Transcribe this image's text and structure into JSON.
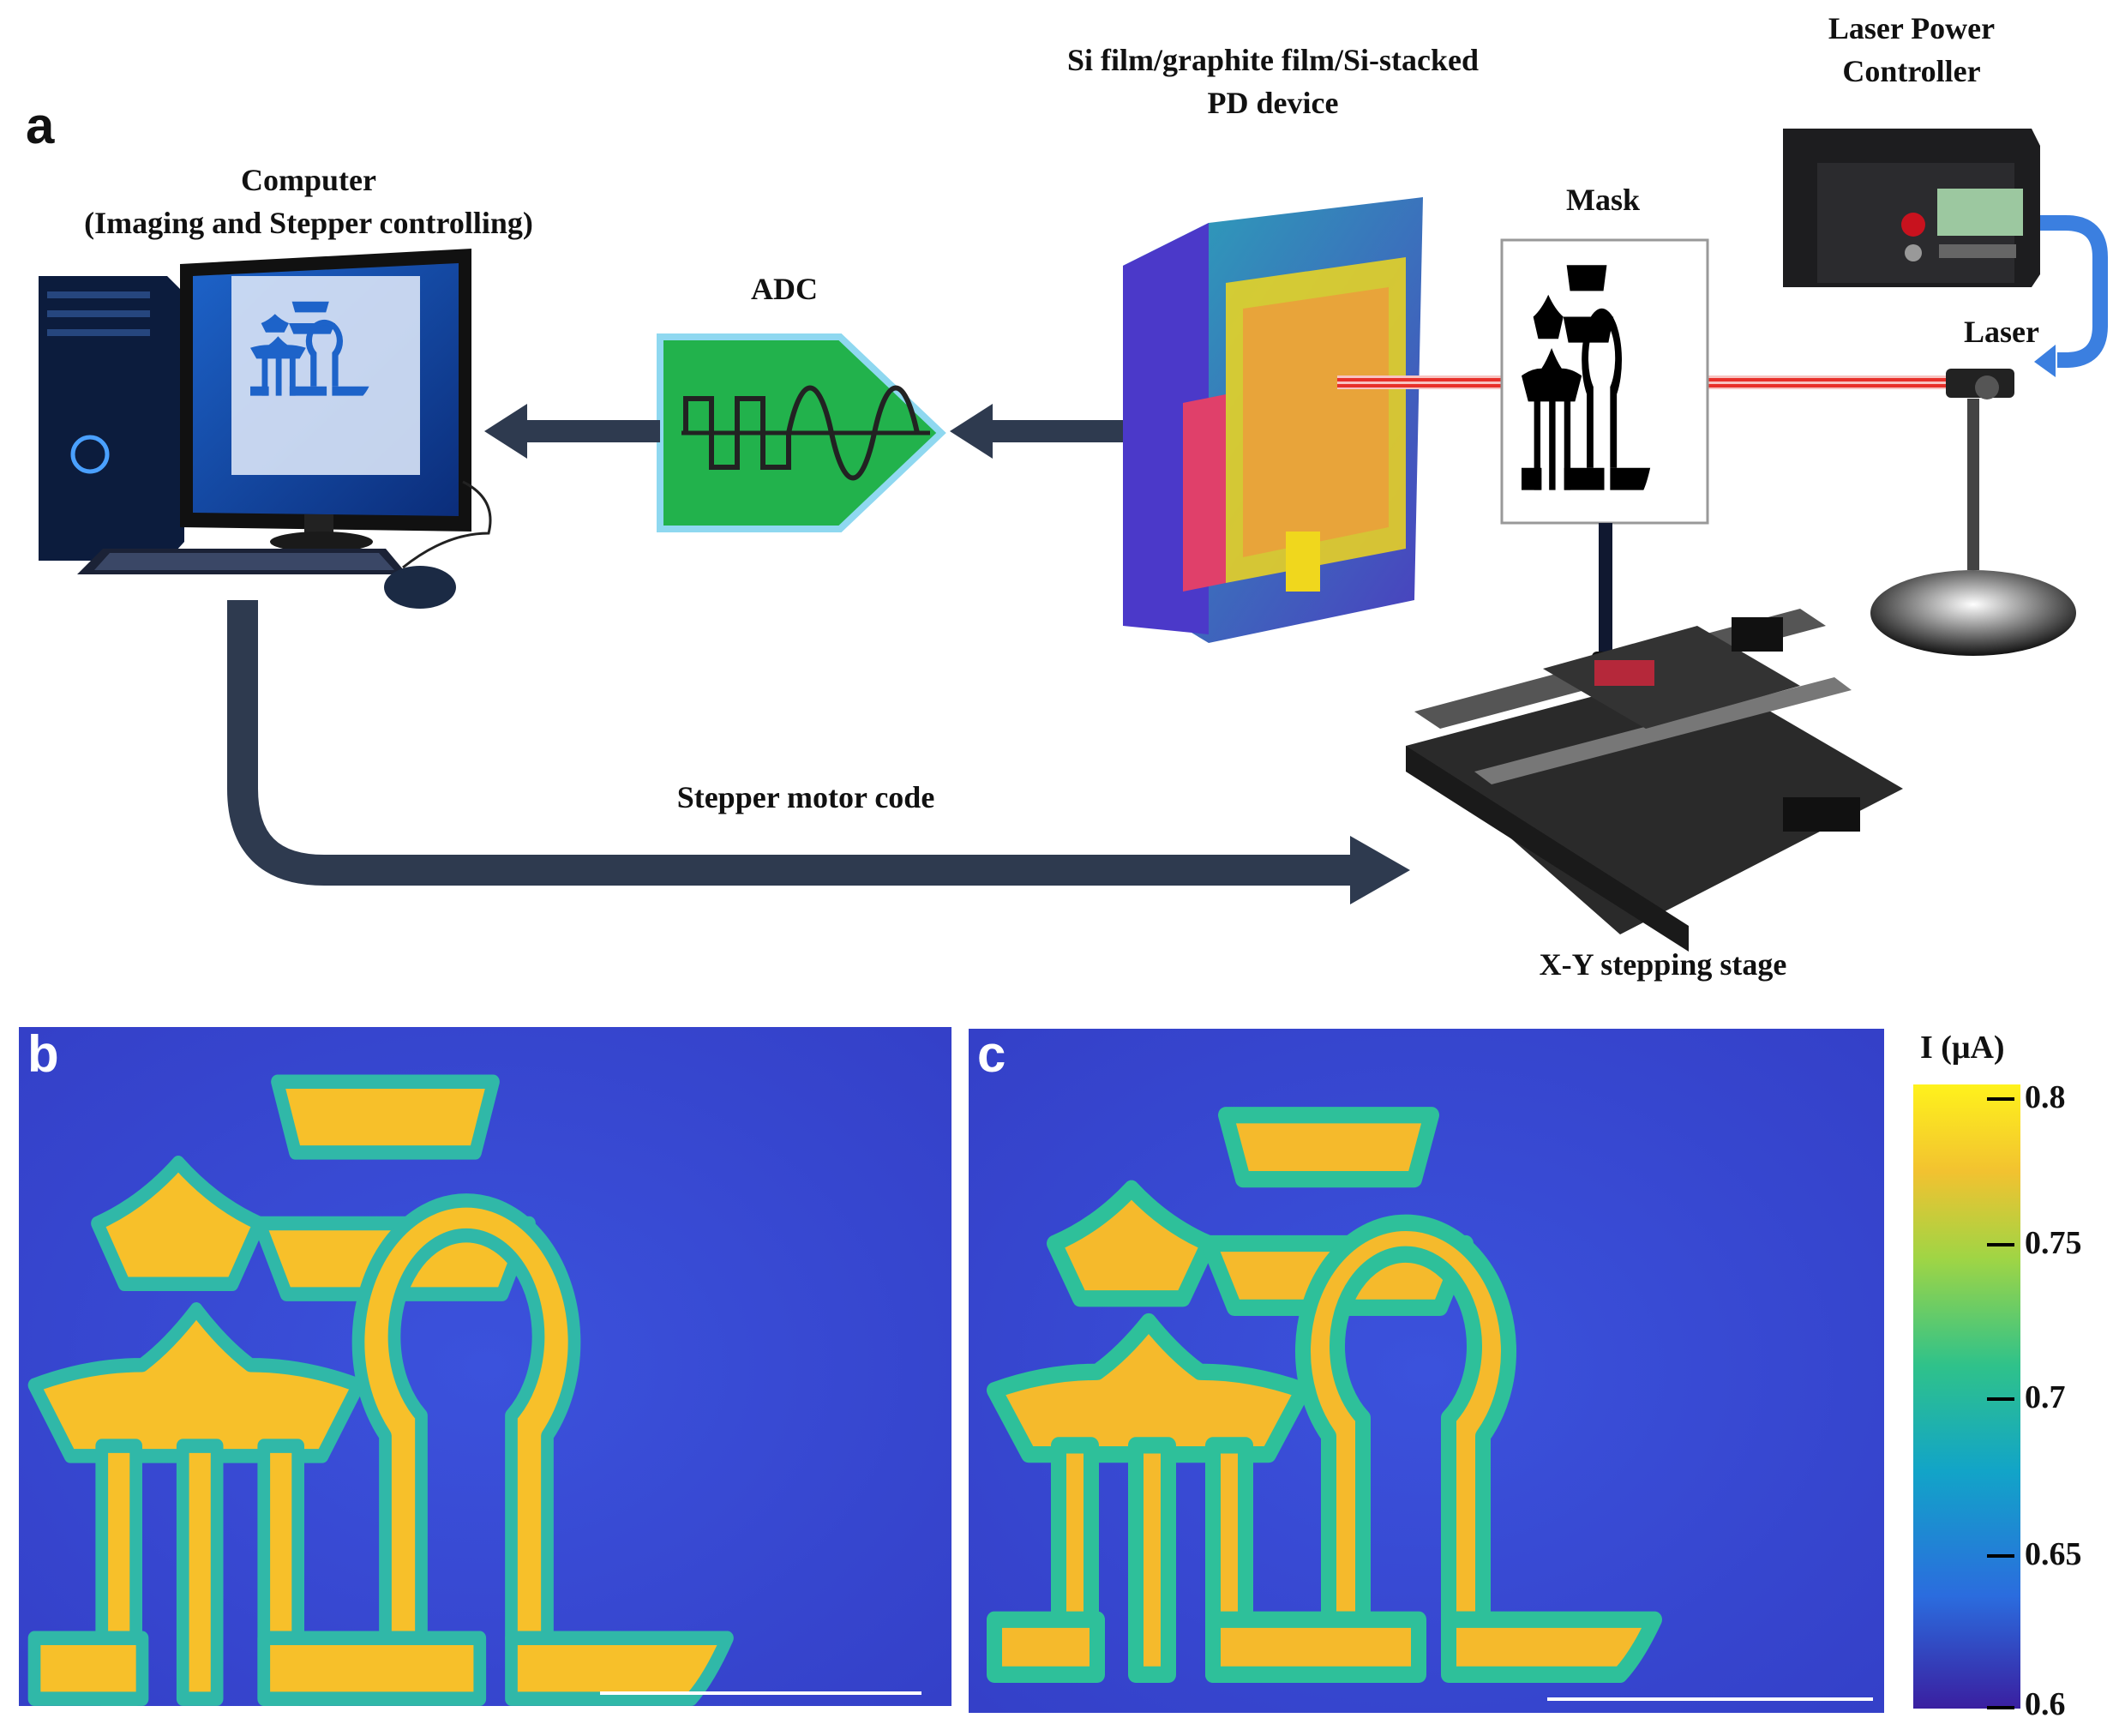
{
  "panels": {
    "a": "a",
    "b": "b",
    "c": "c"
  },
  "labels": {
    "computer_title": "Computer",
    "computer_sub": "(Imaging and Stepper controlling)",
    "adc": "ADC",
    "device_line1": "Si film/graphite film/Si-stacked",
    "device_line2": "PD device",
    "mask": "Mask",
    "laser_power_line1": "Laser Power",
    "laser_power_line2": "Controller",
    "laser": "Laser",
    "stepper_code": "Stepper motor code",
    "stage": "X-Y stepping stage"
  },
  "colorbar": {
    "title": "I (μA)",
    "ticks": [
      "0.8",
      "0.75",
      "0.7",
      "0.65",
      "0.6"
    ],
    "range": [
      0.6,
      0.8
    ],
    "colormap": [
      "#3a1fa0",
      "#2b6cde",
      "#12a4c8",
      "#2fc28a",
      "#9fd545",
      "#f2c230",
      "#fff21c"
    ]
  },
  "colors": {
    "arrow": "#2e3a4f",
    "adc": "#22b24c",
    "laser_beam": "#e8302a",
    "map_background": "#3a4ad6",
    "map_pattern": "#f7c02a"
  }
}
